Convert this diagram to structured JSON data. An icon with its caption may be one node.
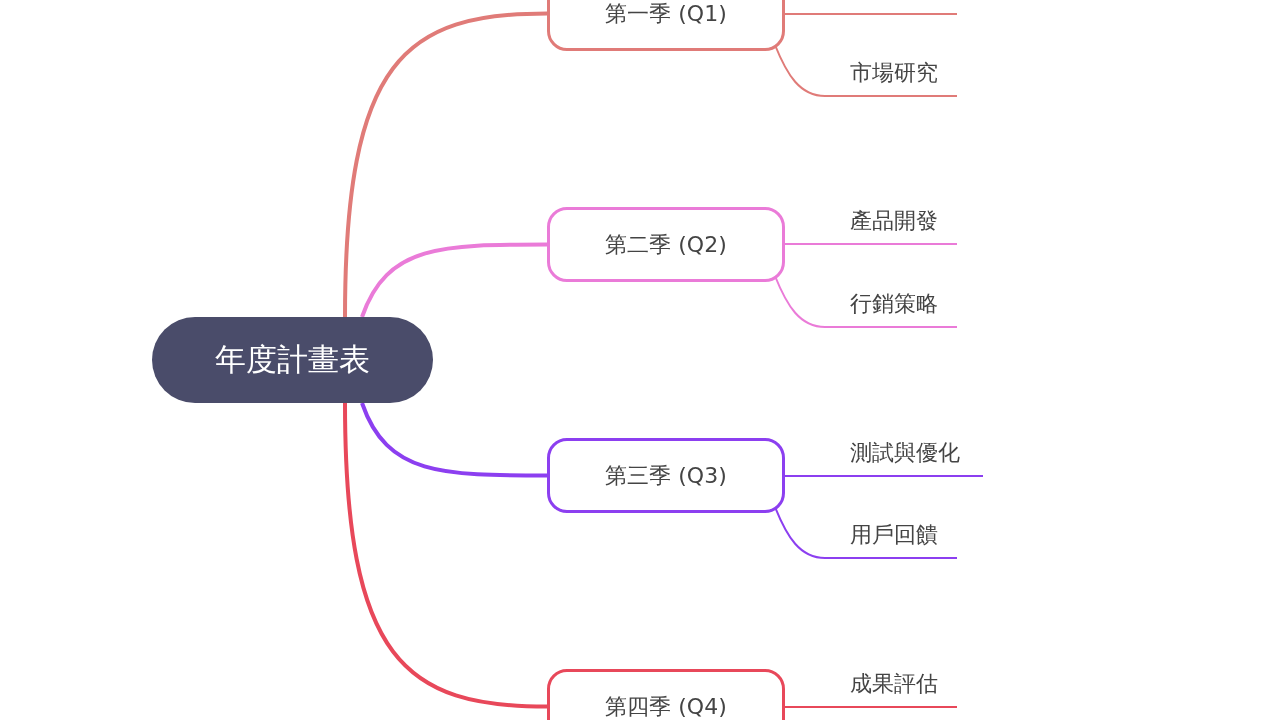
{
  "diagram": {
    "nodes": [
      {
        "text": [
          "年度計畫表"
        ]
      },
      {
        "text": [
          "第一季 (Q1)"
        ]
      },
      {
        "text": [],
        "shape": "line"
      },
      {
        "text": [
          "市場研究"
        ]
      },
      {
        "text": [
          "第二季 (Q2)"
        ]
      },
      {
        "text": [
          "產品開發"
        ]
      },
      {
        "text": [
          "行銷策略"
        ]
      },
      {
        "text": [
          "第三季 (Q3)"
        ]
      },
      {
        "text": [
          "測試與優化"
        ]
      },
      {
        "text": [
          "用戶回饋"
        ]
      },
      {
        "text": [
          "第四季 (Q4)"
        ]
      },
      {
        "text": [
          "成果評估"
        ]
      }
    ],
    "edges": [
      {
        "from": 0,
        "to": 1,
        "arrow": "none",
        "style": "thick",
        "color": "#e07b78"
      },
      {
        "from": 1,
        "to": 2,
        "arrow": "none",
        "color": "#e07b78"
      },
      {
        "from": 1,
        "to": 3,
        "arrow": "none",
        "color": "#e07b78"
      },
      {
        "from": 0,
        "to": 4,
        "arrow": "none",
        "style": "thick",
        "color": "#ea7bd8"
      },
      {
        "from": 4,
        "to": 5,
        "arrow": "none",
        "color": "#ea7bd8"
      },
      {
        "from": 4,
        "to": 6,
        "arrow": "none",
        "color": "#ea7bd8"
      },
      {
        "from": 0,
        "to": 7,
        "arrow": "none",
        "style": "thick",
        "color": "#8c3ff0"
      },
      {
        "from": 7,
        "to": 8,
        "arrow": "none",
        "color": "#8c3ff0"
      },
      {
        "from": 7,
        "to": 9,
        "arrow": "none",
        "color": "#8c3ff0"
      },
      {
        "from": 0,
        "to": 10,
        "arrow": "none",
        "style": "thick",
        "color": "#e8485a"
      },
      {
        "from": 10,
        "to": 11,
        "arrow": "none",
        "color": "#e8485a"
      }
    ]
  }
}
